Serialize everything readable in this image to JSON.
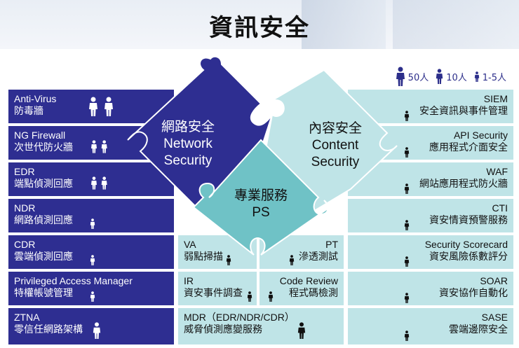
{
  "title": "資訊安全",
  "legend": [
    {
      "icon": "person-large-icon",
      "label": "50人"
    },
    {
      "icon": "person-medium-icon",
      "label": "10人"
    },
    {
      "icon": "person-small-icon",
      "label": "1-5人"
    }
  ],
  "center": {
    "network": {
      "zh": "網路安全",
      "en1": "Network",
      "en2": "Security"
    },
    "content": {
      "zh": "內容安全",
      "en1": "Content",
      "en2": "Security"
    },
    "ps": {
      "zh": "專業服務",
      "en": "PS"
    }
  },
  "left_items": [
    {
      "en": "Anti-Virus",
      "zh": "防毒牆",
      "scale": "50人"
    },
    {
      "en": "NG Firewall",
      "zh": "次世代防火牆",
      "scale": "10人"
    },
    {
      "en": "EDR",
      "zh": "端點偵測回應",
      "scale": "10人"
    },
    {
      "en": "NDR",
      "zh": "網路偵測回應",
      "scale": "1-5人"
    },
    {
      "en": "CDR",
      "zh": "雲端偵測回應",
      "scale": "1-5人"
    },
    {
      "en": "Privileged Access Manager",
      "zh": "特權帳號管理",
      "scale": "1-5人"
    },
    {
      "en": "ZTNA",
      "zh": "零信任網路架構",
      "scale": "10人"
    }
  ],
  "right_items": [
    {
      "en": "SIEM",
      "zh": "安全資訊與事件管理",
      "scale": "1-5人"
    },
    {
      "en": "API Security",
      "zh": "應用程式介面安全",
      "scale": "1-5人"
    },
    {
      "en": "WAF",
      "zh": "網站應用程式防火牆",
      "scale": "1-5人"
    },
    {
      "en": "CTI",
      "zh": "資安情資預警服務",
      "scale": "1-5人"
    },
    {
      "en": "Security Scorecard",
      "zh": "資安風險係數評分",
      "scale": "1-5人"
    },
    {
      "en": "SOAR",
      "zh": "資安協作自動化",
      "scale": "1-5人"
    },
    {
      "en": "SASE",
      "zh": "雲端邊際安全",
      "scale": "1-5人"
    }
  ],
  "mid_items": {
    "va": {
      "en": "VA",
      "zh": "弱點掃描",
      "scale": "1-5人"
    },
    "pt": {
      "en": "PT",
      "zh": "滲透測試",
      "scale": "1-5人"
    },
    "ir": {
      "en": "IR",
      "zh": "資安事件調查",
      "scale": "1-5人"
    },
    "cr": {
      "en": "Code Review",
      "zh": "程式碼檢測",
      "scale": "1-5人"
    },
    "mdr": {
      "en": "MDR（EDR/NDR/CDR）",
      "zh": "威脅偵測應變服務",
      "scale": "10人"
    }
  },
  "colors": {
    "dark_blue": "#2e2e91",
    "light_teal": "#bfe4e7",
    "mid_teal": "#6fc2c6",
    "piece_teal": "#a9d9dc"
  }
}
